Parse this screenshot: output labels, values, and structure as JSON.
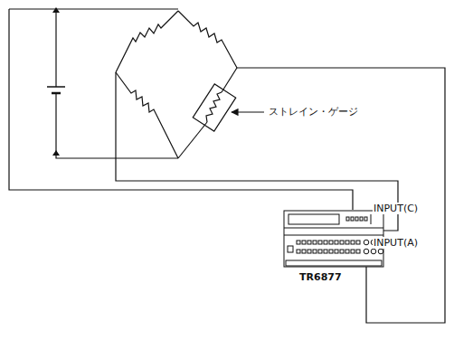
{
  "diagram": {
    "nodes": [
      {
        "text": [
          "TR6877"
        ]
      }
    ],
    "labels": [
      "ストレイン・ゲージ",
      "INPUT(C)",
      "INPUT(A)"
    ]
  }
}
